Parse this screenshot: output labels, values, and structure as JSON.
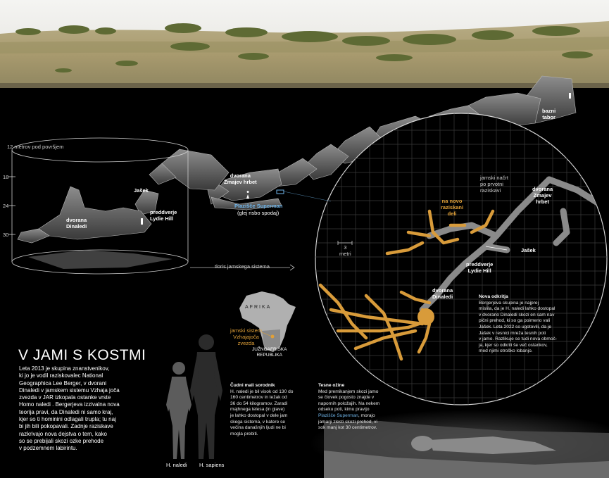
{
  "title": "V JAMI S KOSTMI",
  "intro": [
    "Leta 2013 je skupina znanstvenikov,",
    "ki jo je vodil raziskovalec National",
    "Geographica Lee Berger, v dvorani",
    "Dinaledi v jamskem sistemu Vzhaja        joča",
    "zvezda v JAR izkopala ostanke vrste",
    "Homo naledi . Bergerjeva izzivalna nova",
    "teorija pravi, da Dinaledi ni samo kraj,",
    "kjer so ti hominini odlagali trupla; tu naj",
    "bi jih bili pokopavali. Zadnje raziskave",
    "razkrivajo nova dejstva o tem, kako",
    "so se prebijali skozi ozke prehode",
    "v podzemnem labirintu."
  ],
  "depth_scale": {
    "top_label": "12 metrov pod površjem",
    "ticks": [
      "18",
      "24",
      "30"
    ]
  },
  "cave_labels": {
    "bazni_tabor": [
      "bazni",
      "tabor"
    ],
    "dvorana_zmajev_top": [
      "dvorana",
      "Zmajev hrbet"
    ],
    "jasek": "Jašek",
    "preddverje_top": [
      "preddverje",
      "Lydie Hill"
    ],
    "dvorana_dinaledi_top": [
      "dvorana",
      "Dinaledi"
    ],
    "plazisce": "Plazišče Superman",
    "plazisce_note": "(glej risbo spodaj)",
    "tloris": "tloris jamskega sistema"
  },
  "map_labels": {
    "jamski_nacrt": [
      "jamski načrt",
      "po prvotni",
      "raziskavi"
    ],
    "dvorana_zmajev": [
      "dvorana",
      "Zmajev",
      "hrbet"
    ],
    "na_novo": [
      "na novo",
      "raziskani",
      "deli"
    ],
    "scale": [
      "3",
      "metri"
    ],
    "jasek": "Jašek",
    "preddverje": [
      "preddverje",
      "Lydie Hill"
    ],
    "dvorana_dinaledi": [
      "dvorana",
      "Dinaledi"
    ]
  },
  "nova_odkritja": [
    "Nova odkritja",
    "Bergerjeva skupina je najprej",
    "mislila, da je     H. naledi   lahko dostopal",
    "v dvorano Dinaledi skozi en sam nav",
    "pični prehod, ki so ga poimeno        vali",
    "Jašek. Leta 2022 so ugotovili, da je",
    "Jašek v resnici mreža tesnih poti",
    "v jamo. Razlikuje se tudi nova območ-",
    "ja, kjer so odkrili še več ostankov,",
    "med njimi otroško lobanjo."
  ],
  "africa": {
    "label": "AFRIKA",
    "cave_label": [
      "jamski sistem",
      "Vzhajajoča",
      "zvezda"
    ],
    "country": [
      "JUŽNOAFRIŠKA",
      "REPUBLIKA"
    ]
  },
  "sorodnik": [
    "Čudni mali sorodnik",
    "H. naledi   je bil visok od 130 do",
    "160 centimetrov in težak od",
    "36 do 54 kilogramov. Zaradi",
    "majhnega telesa (in glave)",
    "je lahko dostopal v dele jam",
    "skega sistema, v katere se",
    "večina današnjih ljudi ne bi",
    "mogla prebiti."
  ],
  "tesne": [
    "Tesne ožine",
    "Med premikanjem skozi jamo",
    "se človek pogosto znajde v",
    "napornih položajih. Na nekem",
    "odseku poti, kimu pravijo",
    "Plazišče Superman",
    ", morajo",
    "jamarji zlesti skozi prehod, vi",
    "sok manj kot 30 centimetrov."
  ],
  "species": {
    "naledi": "H. naledi",
    "sapiens": "H. sapiens"
  },
  "colors": {
    "accent_orange": "#e0a038",
    "blue": "#6fb4e8",
    "background": "#000000"
  }
}
